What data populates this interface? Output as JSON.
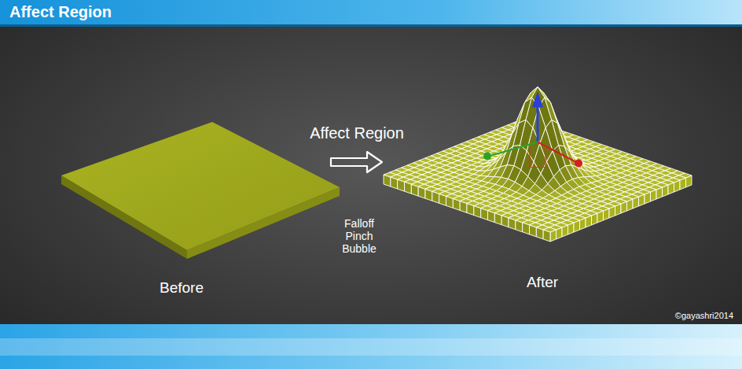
{
  "diagram": {
    "title": "Affect Region",
    "labels": [
      "Affect Region",
      "Falloff Pinch Bubble",
      "Before",
      "After",
      "©gayashri2014"
    ]
  }
}
